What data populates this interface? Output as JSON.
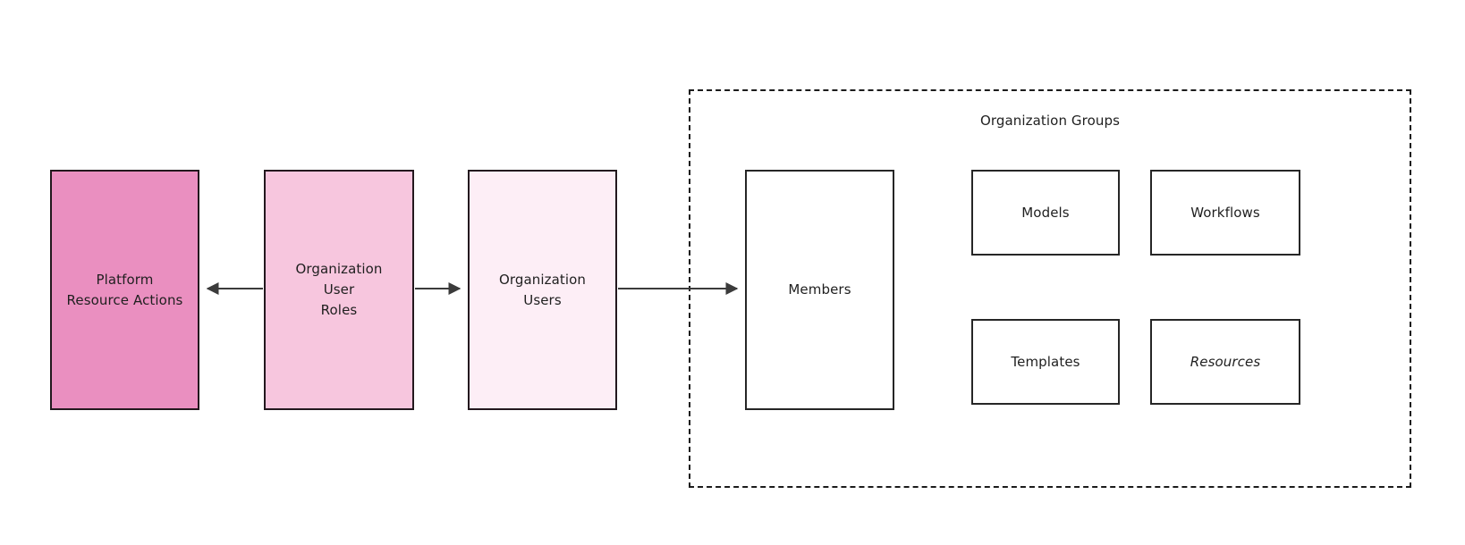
{
  "diagram": {
    "title_hidden": "",
    "background": "#ffffff",
    "stroke": "#23181e",
    "nodes": [
      {
        "id": "platform-resource-actions",
        "label": "Platform\nResource Actions",
        "fill": "#ea8fc0",
        "style": "normal"
      },
      {
        "id": "organization-user-roles",
        "label": "Organization\nUser\nRoles",
        "fill": "#f7c6de",
        "style": "normal"
      },
      {
        "id": "organization-users",
        "label": "Organization\nUsers",
        "fill": "#fdeef6",
        "style": "normal"
      },
      {
        "id": "members",
        "label": "Members",
        "fill": "#ffffff",
        "style": "normal"
      },
      {
        "id": "models",
        "label": "Models",
        "fill": "#ffffff",
        "style": "normal"
      },
      {
        "id": "workflows",
        "label": "Workflows",
        "fill": "#ffffff",
        "style": "normal"
      },
      {
        "id": "templates",
        "label": "Templates",
        "fill": "#ffffff",
        "style": "normal"
      },
      {
        "id": "resources",
        "label": "Resources",
        "fill": "#ffffff",
        "style": "italic"
      }
    ],
    "group": {
      "id": "organization-groups",
      "title": "Organization Groups",
      "border_style": "dashed"
    },
    "edges": [
      {
        "id": "roles-to-platform",
        "from": "organization-user-roles",
        "to": "platform-resource-actions",
        "direction": "left",
        "label": ""
      },
      {
        "id": "roles-to-users",
        "from": "organization-user-roles",
        "to": "organization-users",
        "direction": "right",
        "label": ""
      },
      {
        "id": "users-to-members",
        "from": "organization-users",
        "to": "members",
        "direction": "right",
        "label": ""
      }
    ]
  }
}
